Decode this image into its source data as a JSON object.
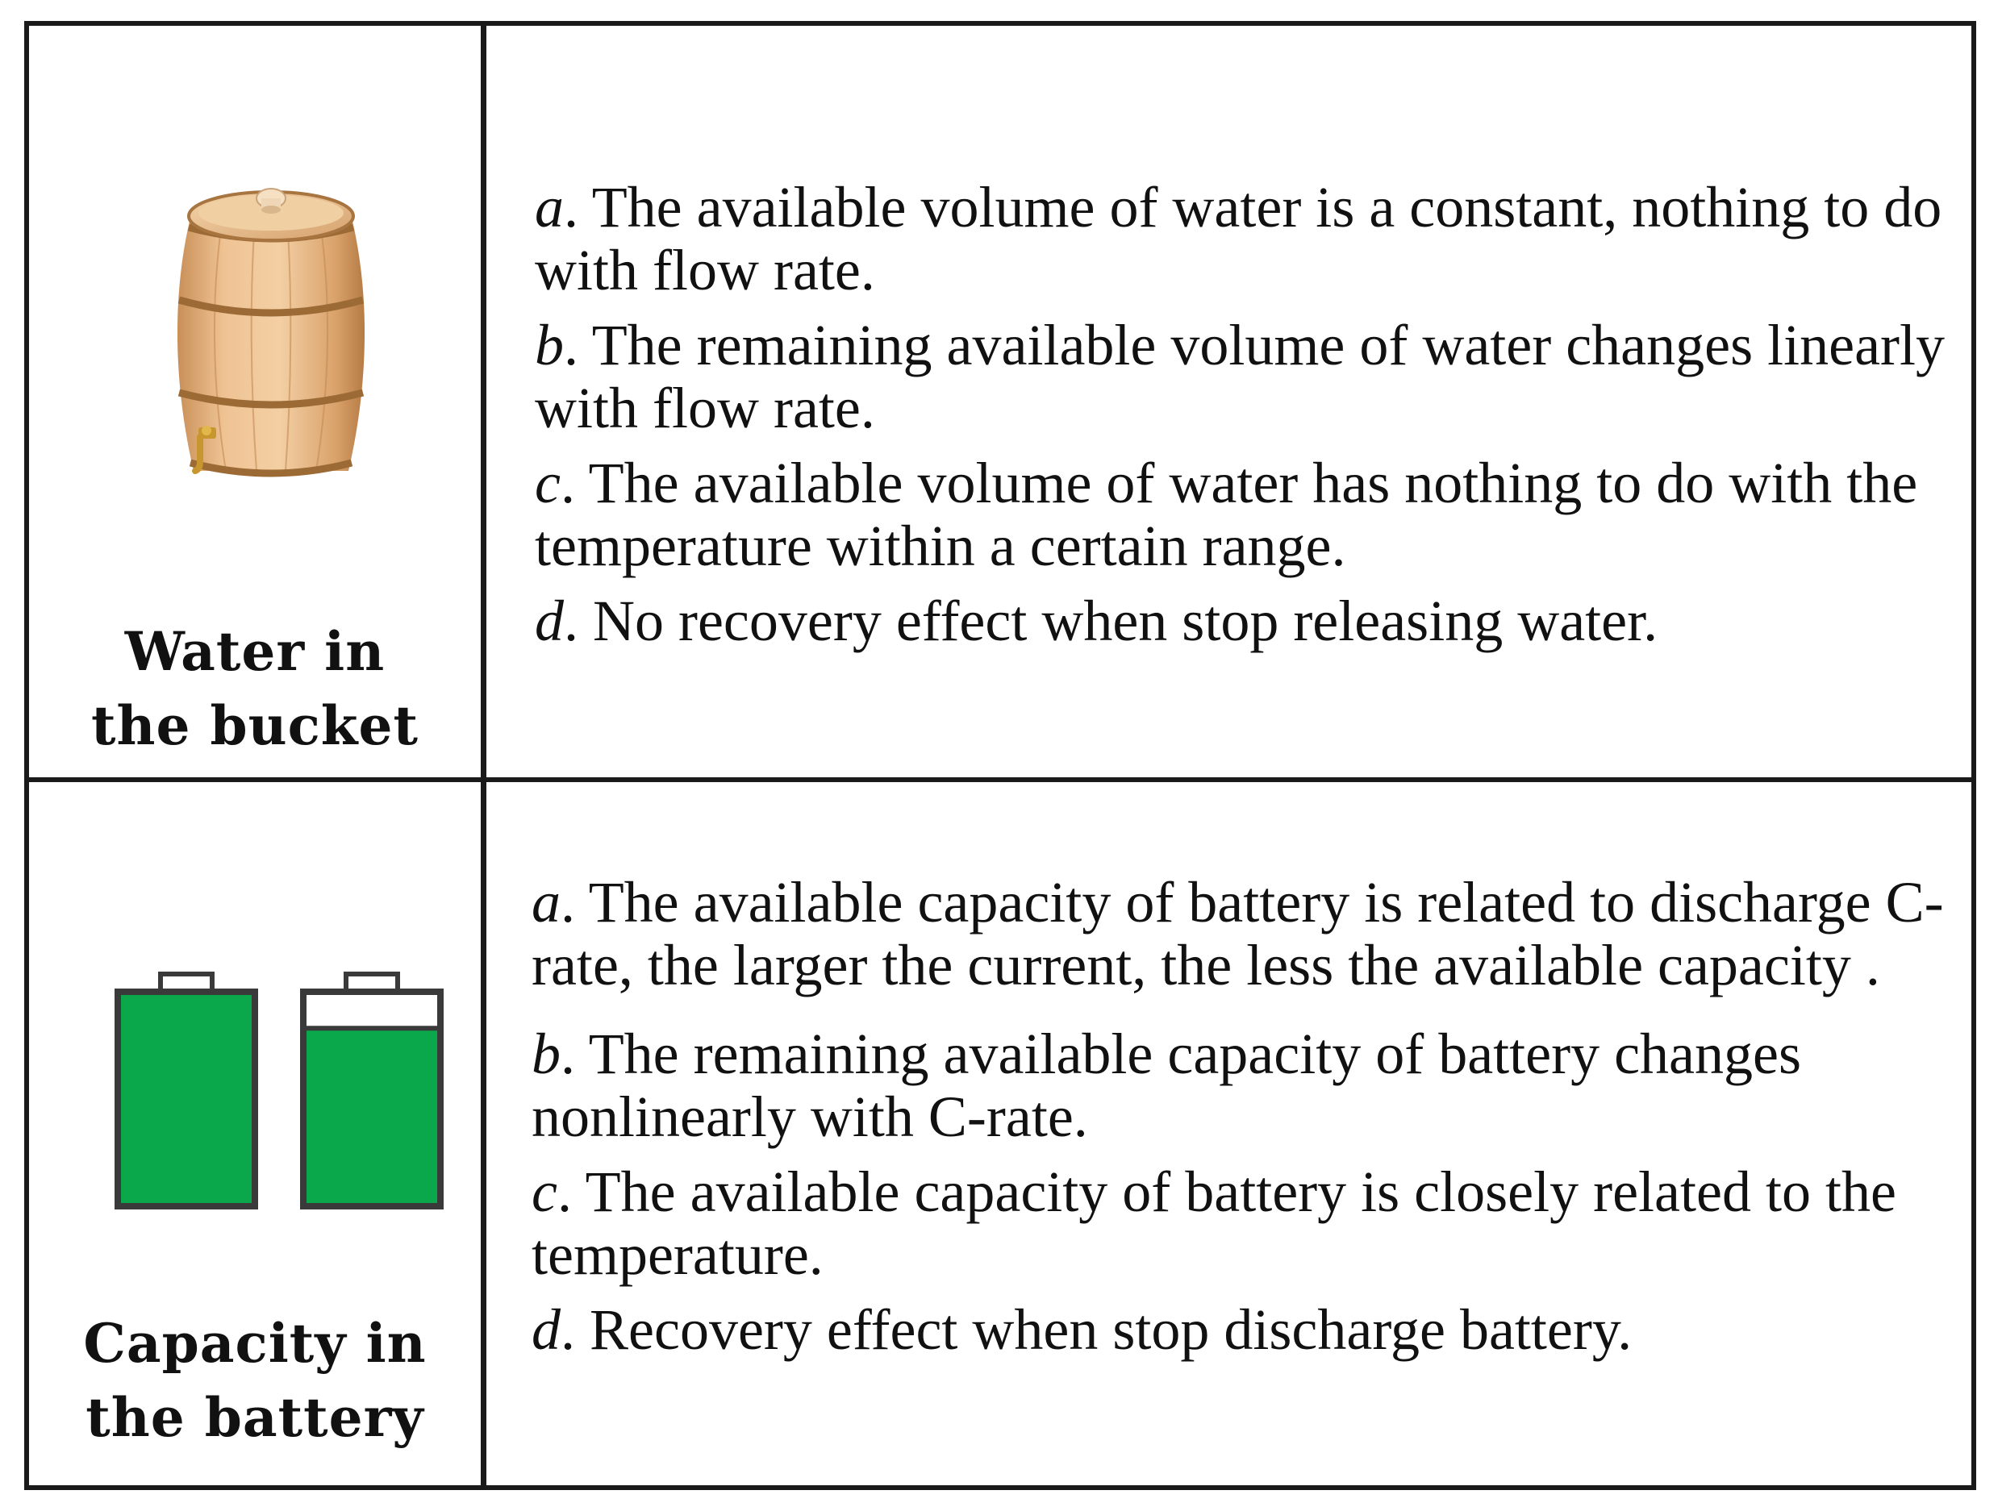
{
  "rows": [
    {
      "label": "Water in the bucket",
      "icon": "barrel-icon",
      "statements": [
        {
          "letter": "a",
          "text": ". The available volume of water  is a constant, nothing to do with flow rate."
        },
        {
          "letter": "b",
          "text": ". The remaining available volume of water changes linearly with flow rate."
        },
        {
          "letter": "c",
          "text": ". The available volume of water has nothing to do with the temperature within a certain range."
        },
        {
          "letter": "d",
          "text": ". No recovery effect when stop releasing water."
        }
      ]
    },
    {
      "label": "Capacity in the battery",
      "icon": "battery-icon",
      "statements": [
        {
          "letter": "a",
          "text": ". The available capacity of battery is related to discharge C-rate, the larger the current, the less the available capacity ."
        },
        {
          "letter": "b",
          "text": ". The remaining available capacity of battery changes nonlinearly with C-rate."
        },
        {
          "letter": "c",
          "text": ". The available capacity of battery is closely related to the temperature."
        },
        {
          "letter": "d",
          "text": ". Recovery effect when stop discharge battery."
        }
      ]
    }
  ],
  "colors": {
    "battery_fill": "#0aa84a",
    "battery_outline": "#3a3a3a",
    "barrel_wood": "#e3b27e",
    "barrel_hoop": "#a07038",
    "tap": "#c8962e"
  },
  "batteries": [
    {
      "fill_level": 1.0
    },
    {
      "fill_level": 0.84
    }
  ]
}
